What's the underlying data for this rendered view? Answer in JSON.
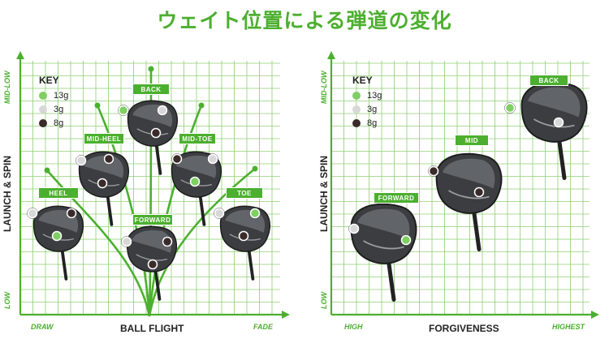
{
  "title": "ウェイト位置による弾道の変化",
  "colors": {
    "accent": "#4caf2f",
    "grid": "#8fcf73",
    "weight_13g": "#7fcf63",
    "weight_3g": "#d8d8d8",
    "weight_8g": "#3a2a2a"
  },
  "key": {
    "title": "KEY",
    "items": [
      {
        "label": "13g",
        "color": "#7fcf63"
      },
      {
        "label": "3g",
        "color": "#d8d8d8"
      },
      {
        "label": "8g",
        "color": "#3a2a2a"
      }
    ]
  },
  "left_panel": {
    "y_axis": {
      "label": "LAUNCH & SPIN",
      "high": "MID-LOW",
      "low": "LOW"
    },
    "x_axis": {
      "label": "BALL FLIGHT",
      "left": "DRAW",
      "right": "FADE"
    },
    "positions": [
      "BACK",
      "MID-HEEL",
      "MID-TOE",
      "HEEL",
      "TOE",
      "FORWARD"
    ]
  },
  "right_panel": {
    "y_axis": {
      "label": "LAUNCH & SPIN",
      "high": "MID-LOW",
      "low": "LOW"
    },
    "x_axis": {
      "label": "FORGIVENESS",
      "left": "HIGH",
      "right": "HIGHEST"
    },
    "positions": [
      "BACK",
      "MID",
      "FORWARD"
    ]
  }
}
